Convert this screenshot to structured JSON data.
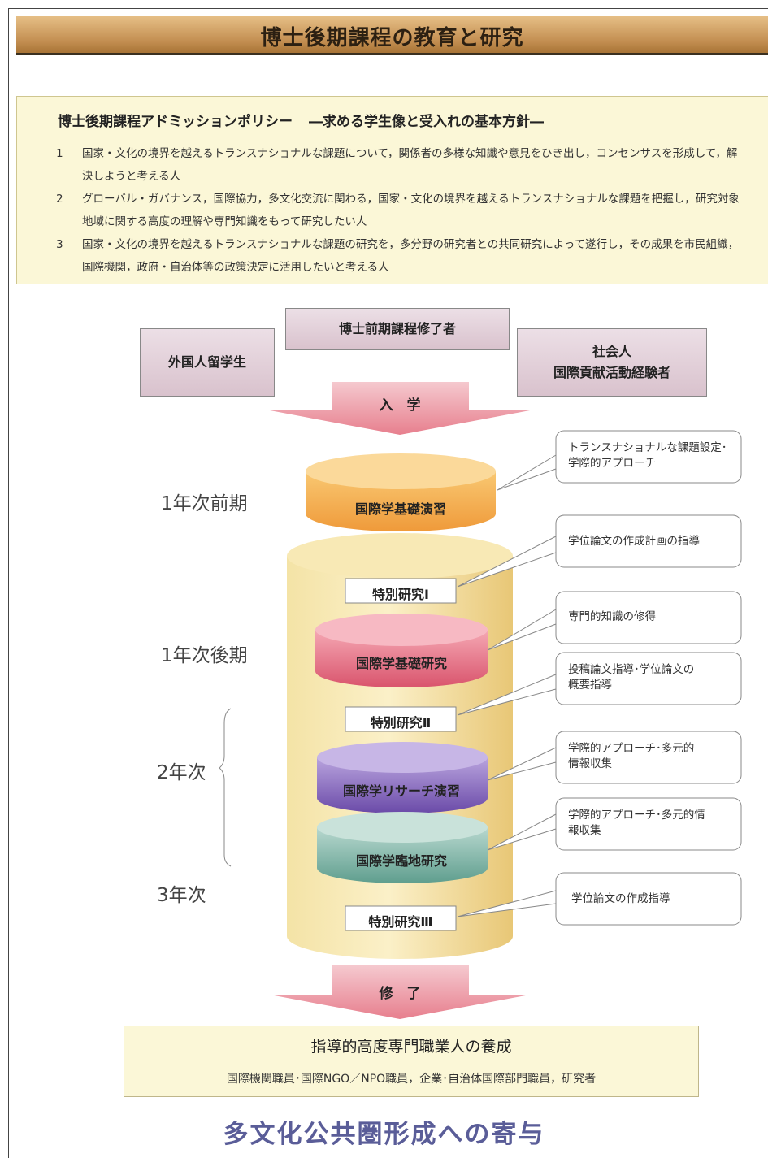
{
  "header": {
    "title": "博士後期課程の教育と研究"
  },
  "policy": {
    "title": "博士後期課程アドミッションポリシー",
    "subtitle": "―求める学生像と受入れの基本方針―",
    "items": [
      {
        "num": "1",
        "text": "国家・文化の境界を越えるトランスナショナルな課題について，関係者の多様な知識や意見をひき出し，コンセンサスを形成して，解決しようと考える人"
      },
      {
        "num": "2",
        "text": "グローバル・ガバナンス，国際協力，多文化交流に関わる，国家・文化の境界を越えるトランスナショナルな課題を把握し，研究対象地域に関する高度の理解や専門知識をもって研究したい人"
      },
      {
        "num": "3",
        "text": "国家・文化の境界を越えるトランスナショナルな課題の研究を，多分野の研究者との共同研究によって遂行し，その成果を市民組織，国際機関，政府・自治体等の政策決定に活用したいと考える人"
      }
    ]
  },
  "entrants": {
    "master": "博士前期課程修了者",
    "foreign": "外国人留学生",
    "working_line1": "社会人",
    "working_line2": "国際貢献活動経験者"
  },
  "arrows": {
    "enter": "入　学",
    "complete": "修　了"
  },
  "years": {
    "y1_first": "1年次前期",
    "y1_second": "1年次後期",
    "y2": "2年次",
    "y3": "3年次"
  },
  "courses": {
    "c1": "国際学基礎演習",
    "tokubetsu1": "特別研究Ⅰ",
    "c2": "国際学基礎研究",
    "tokubetsu2": "特別研究Ⅱ",
    "c3": "国際学リサーチ演習",
    "c4": "国際学臨地研究",
    "tokubetsu3": "特別研究Ⅲ"
  },
  "callouts": {
    "k1_line1": "トランスナショナルな課題設定･",
    "k1_line2": "学際的アプローチ",
    "k2_line1": "学位論文の作成計画の指導",
    "k3_line1": "専門的知識の修得",
    "k4_line1": "投稿論文指導･学位論文の",
    "k4_line2": "概要指導",
    "k5_line1": "学際的アプローチ･多元的",
    "k5_line2": "情報収集",
    "k6_line1": "学際的アプローチ･多元的情",
    "k6_line2": "報収集",
    "k7_line1": "学位論文の作成指導"
  },
  "outcome": {
    "title": "指導的高度専門職業人の養成",
    "careers": "国際機関職員･国際NGO／NPO職員，企業･自治体国際部門職員，研究者"
  },
  "footer": {
    "text": "多文化公共圏形成への寄与"
  },
  "colors": {
    "header": "#c8955a",
    "policy_bg": "#fbf7d7",
    "cyl_orange": "#f2a23e",
    "cyl_pink": "#e0687e",
    "cyl_purple": "#7a5cb5",
    "cyl_teal": "#6aa99a",
    "big_cyl": "#f3dc9b",
    "footer_text": "#5a5d98"
  }
}
